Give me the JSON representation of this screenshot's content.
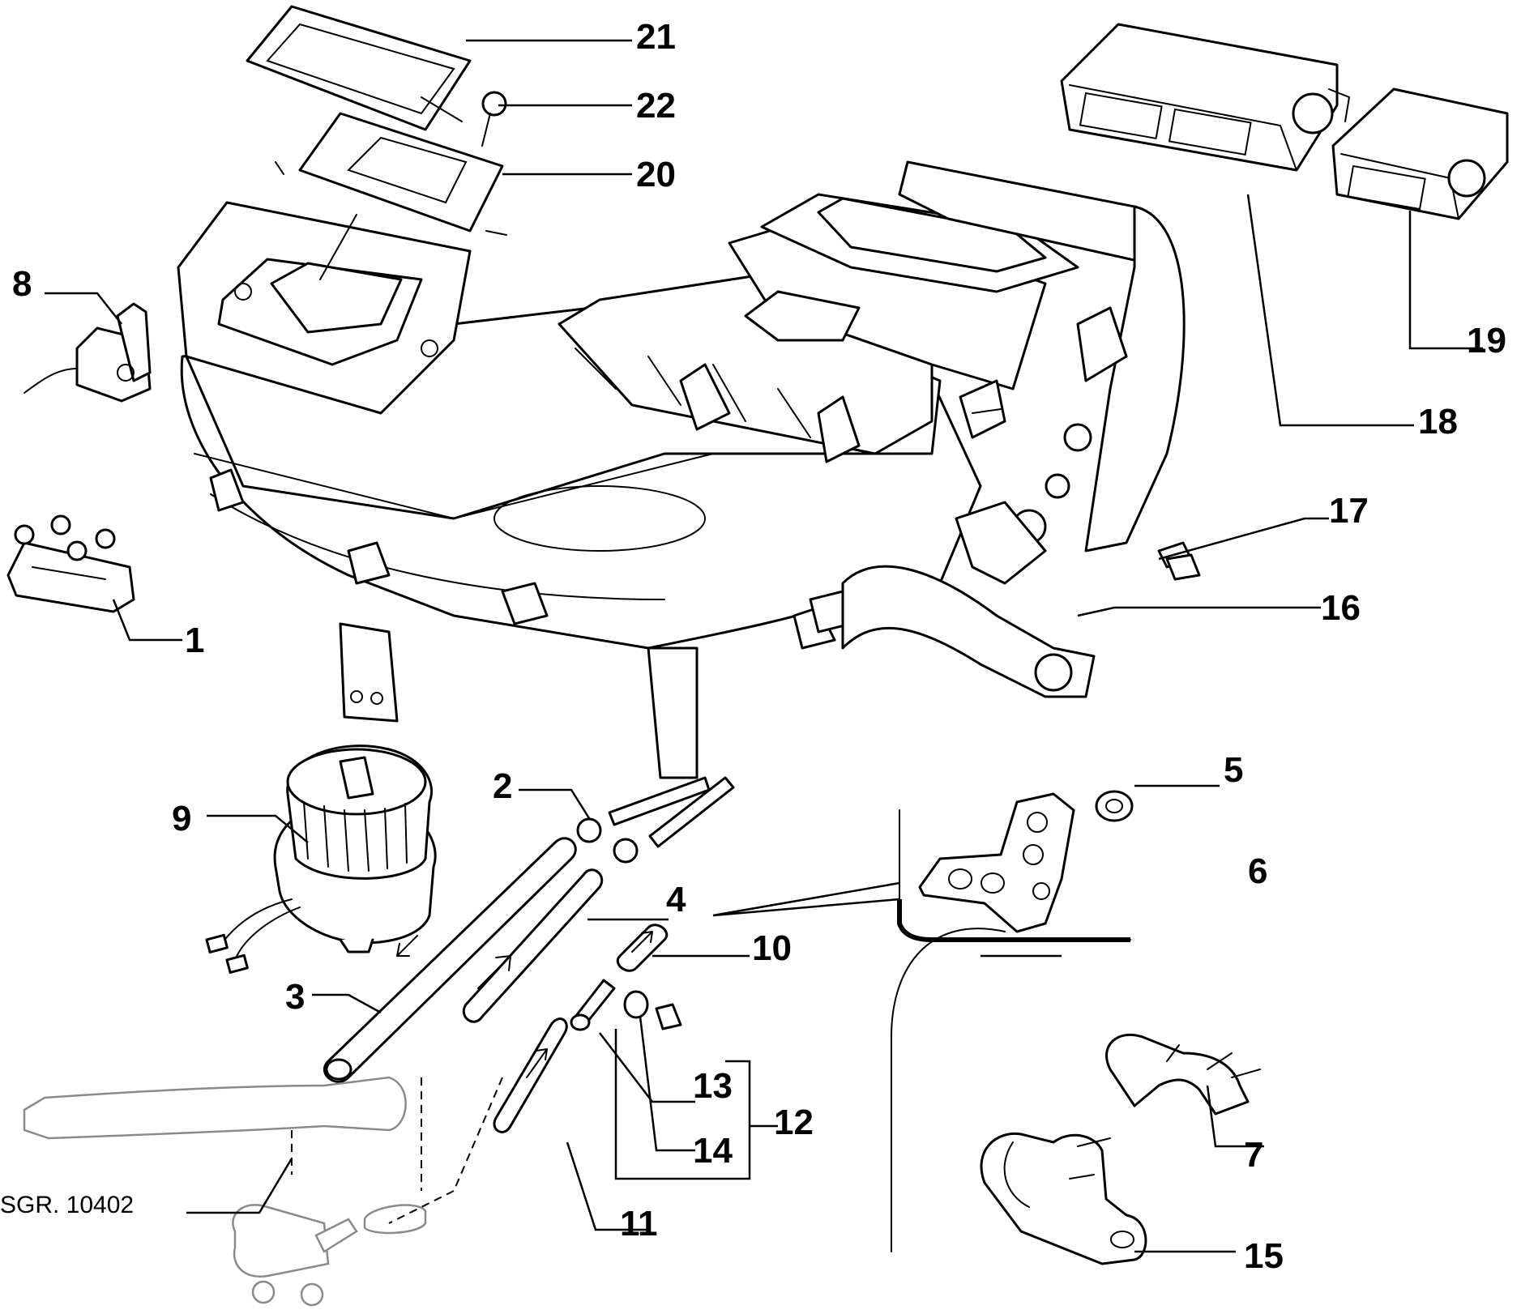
{
  "figure_ref": "SGR. 10402",
  "callouts": {
    "c1": "1",
    "c2": "2",
    "c3": "3",
    "c4": "4",
    "c5": "5",
    "c6": "6",
    "c7": "7",
    "c8": "8",
    "c9": "9",
    "c10": "10",
    "c11": "11",
    "c12": "12",
    "c13": "13",
    "c14": "14",
    "c15": "15",
    "c16": "16",
    "c17": "17",
    "c18": "18",
    "c19": "19",
    "c20": "20",
    "c21": "21",
    "c22": "22"
  },
  "colors": {
    "line": "#000000",
    "background": "#ffffff",
    "hose-grey": "#8a8a8a"
  }
}
